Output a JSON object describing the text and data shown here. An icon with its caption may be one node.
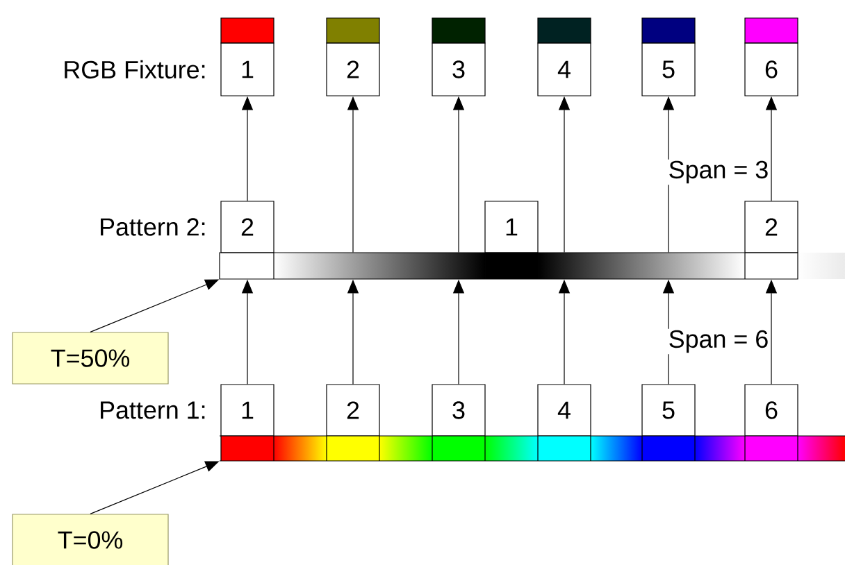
{
  "diagram": {
    "nodes": [
      {
        "text": [
          "1"
        ]
      },
      {
        "text": [
          "2"
        ]
      },
      {
        "text": [
          "3"
        ]
      },
      {
        "text": [
          "4"
        ]
      },
      {
        "text": [
          "5"
        ]
      },
      {
        "text": [
          "6"
        ]
      },
      {
        "text": [
          "2"
        ]
      },
      {
        "text": [
          "1"
        ]
      },
      {
        "text": [
          "2"
        ]
      },
      {
        "text": [],
        "shape": "bar"
      },
      {
        "text": [
          "T=50%"
        ]
      },
      {
        "text": [
          "1"
        ]
      },
      {
        "text": [
          "2"
        ]
      },
      {
        "text": [
          "3"
        ]
      },
      {
        "text": [
          "4"
        ]
      },
      {
        "text": [
          "5"
        ]
      },
      {
        "text": [
          "6"
        ]
      },
      {
        "text": [],
        "shape": "bar"
      },
      {
        "text": [
          "T=0%"
        ]
      }
    ],
    "edges": [
      {
        "from": 6,
        "to": 0,
        "arrow": "to"
      },
      {
        "from": 9,
        "to": 1,
        "arrow": "to"
      },
      {
        "from": 9,
        "to": 2,
        "arrow": "to"
      },
      {
        "from": 9,
        "to": 3,
        "arrow": "to"
      },
      {
        "from": 9,
        "to": 4,
        "arrow": "to"
      },
      {
        "from": 8,
        "to": 5,
        "arrow": "to"
      },
      {
        "from": 11,
        "to": 9,
        "arrow": "to"
      },
      {
        "from": 12,
        "to": 9,
        "arrow": "to"
      },
      {
        "from": 13,
        "to": 9,
        "arrow": "to"
      },
      {
        "from": 14,
        "to": 9,
        "arrow": "to"
      },
      {
        "from": 15,
        "to": 9,
        "arrow": "to"
      },
      {
        "from": 16,
        "to": 9,
        "arrow": "to"
      },
      {
        "from": 10,
        "to": 9,
        "arrow": "to"
      },
      {
        "from": 18,
        "to": 17,
        "arrow": "to"
      }
    ],
    "labels": [
      "RGB Fixture:",
      "Span = 3",
      "Pattern 2:",
      "Span = 6",
      "Pattern 1:"
    ]
  }
}
